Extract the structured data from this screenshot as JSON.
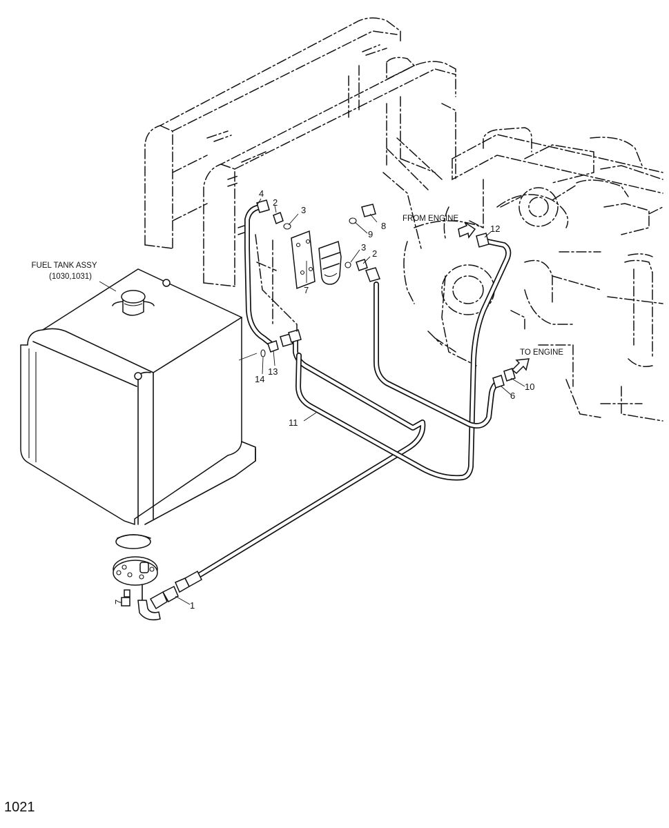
{
  "page_number": "1021",
  "labels": {
    "fuel_tank_line1": "FUEL TANK ASSY",
    "fuel_tank_line2": "(1030,1031)",
    "from_engine": "FROM ENGINE",
    "to_engine": "TO ENGINE"
  },
  "callouts": {
    "c1": "1",
    "c2a": "2",
    "c2b": "2",
    "c3a": "3",
    "c3b": "3",
    "c4": "4",
    "c6": "6",
    "c7a": "7",
    "c7b": "7",
    "c8": "8",
    "c9": "9",
    "c10": "10",
    "c11": "11",
    "c12": "12",
    "c13": "13",
    "c14": "14"
  }
}
